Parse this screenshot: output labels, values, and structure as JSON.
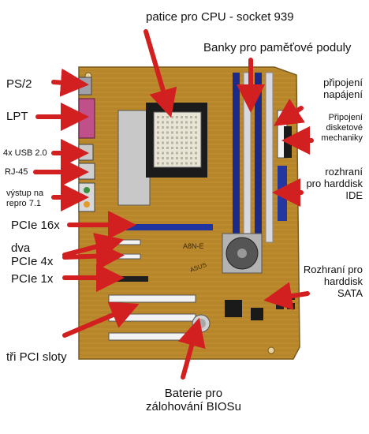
{
  "labels": {
    "cpu_socket": "patice pro CPU - socket 939",
    "memory_banks": "Banky pro paměťové poduly",
    "power_line1": "připojení",
    "power_line2": "napájení",
    "floppy_line1": "Připojení",
    "floppy_line2": "disketové",
    "floppy_line3": "mechaniky",
    "ide_line1": "rozhraní",
    "ide_line2": "pro harddisk",
    "ide_line3": "IDE",
    "sata_line1": "Rozhraní pro",
    "sata_line2": "harddisk",
    "sata_line3": "SATA",
    "ps2": "PS/2",
    "lpt": "LPT",
    "usb": "4x USB 2.0",
    "rj45": "RJ-45",
    "audio_line1": "výstup na",
    "audio_line2": "repro 7.1",
    "pcie16": "PCIe 16x",
    "pcie4_line1": "dva",
    "pcie4_line2": "PCIe 4x",
    "pcie1": "PCIe 1x",
    "pci": "tři PCI sloty",
    "battery_line1": "Baterie pro",
    "battery_line2": "zálohování BIOSu"
  },
  "board_text": {
    "model": "A8N-E",
    "brand": "ASUS"
  },
  "colors": {
    "pcb": "#b8862a",
    "pcb_dark": "#7a5a1c",
    "arrow": "#d21f1f",
    "ram_slot": "#1c2a8a",
    "ram_slot_alt": "#d8d8e0",
    "socket": "#e8e4d6",
    "pci_slot": "#f2f2f2",
    "pcie_slot": "#1e1e1e",
    "ide": "#2436a0",
    "sata": "#222222"
  }
}
